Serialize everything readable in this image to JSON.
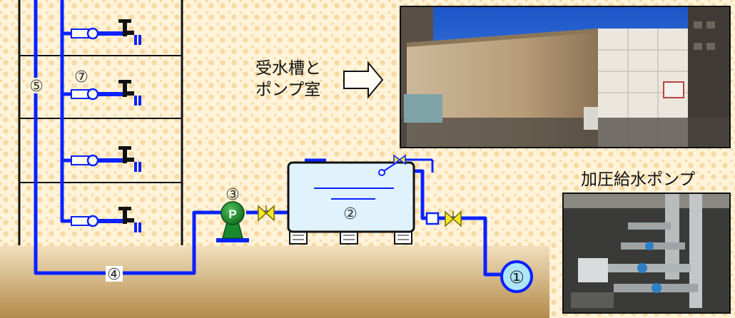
{
  "labels": {
    "tank_pump_room": [
      "受水槽と",
      "ポンプ室"
    ],
    "pressure_pump": "加圧給水ポンプ"
  },
  "markers": {
    "water_main": "①",
    "receiving_tank": "②",
    "pump": "③",
    "underground_pipe": "④",
    "riser_pipe": "⑤",
    "branch_pipe": "⑦",
    "pump_symbol": "P"
  },
  "colors": {
    "pipe": "#0a22ff",
    "ground_top": "#f1dfbd",
    "ground_bottom": "#b38a4a",
    "tank_fill": "#e0f2fb",
    "pump": "#1a8a2e",
    "valve": "#f2ea2a"
  }
}
